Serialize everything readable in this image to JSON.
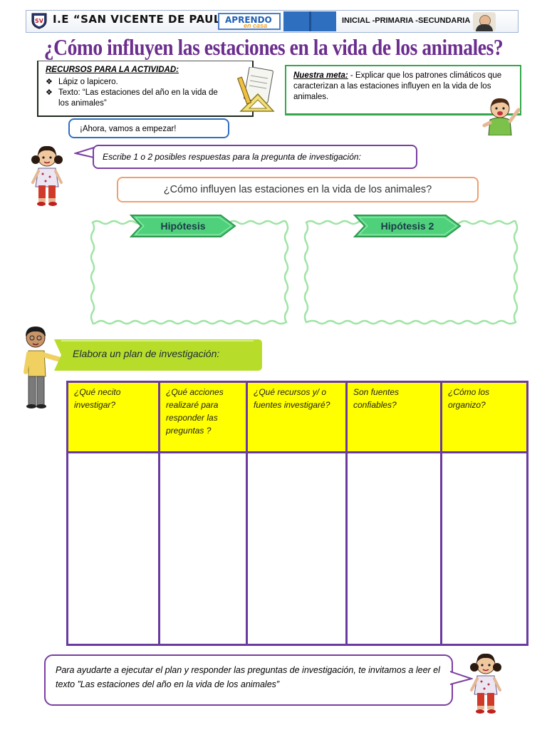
{
  "header": {
    "school": "I.E “SAN VICENTE DE PAUL”",
    "logo_text_1": "APRENDO",
    "logo_text_2": "en casa",
    "levels": "INICIAL  -PRIMARIA -SECUNDARIA"
  },
  "title": "¿Cómo influyen las estaciones en la vida de los animales?",
  "resources": {
    "heading": "RECURSOS PARA LA ACTIVIDAD:",
    "bullet": "❖",
    "items": [
      "Lápiz o lapicero.",
      "Texto: “Las estaciones del año en la vida de",
      "los animales”"
    ]
  },
  "goal": {
    "label": "Nuestra meta:",
    "text": " - Explicar que los patrones climáticos que caracterizan a las estaciones influyen en la vida de los animales."
  },
  "start_text": "¡Ahora, vamos a empezar!",
  "instruction": "Escribe 1 o 2 posibles respuestas para la pregunta de investigación:",
  "question": "¿Cómo influyen las estaciones en la vida de los animales?",
  "hypothesis": [
    "Hipótesis",
    "Hipótesis 2"
  ],
  "plan_label": "Elabora un plan de investigación:",
  "table": {
    "headers": [
      "¿Qué necito investigar?",
      "¿Qué acciones realizaré para responder las preguntas ?",
      "¿Qué recursos y/ o fuentes investigaré?",
      "Son fuentes confiables?",
      "¿Cómo los organizo?"
    ]
  },
  "closing": "Para ayudarte a ejecutar el plan y responder las preguntas de investigación, te invitamos a leer el texto ”Las estaciones del año en la vida de los animales”",
  "colors": {
    "title": "#6b2d8e",
    "table_border": "#6a3aa0",
    "table_header": "#ffff00",
    "goal_border": "#33a84a",
    "tag_green": "#4fd07a",
    "plan_green": "#b7dd2a"
  }
}
